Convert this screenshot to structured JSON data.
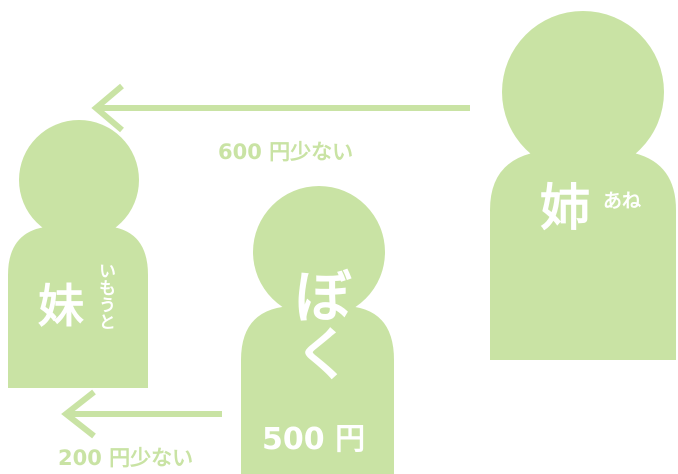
{
  "colors": {
    "figure": "#c9e3a4",
    "text_on_figure": "#ffffff",
    "label": "#c9e3a4"
  },
  "figures": {
    "sister_older": {
      "kanji": "姉",
      "reading": "あね"
    },
    "sister_younger": {
      "kanji": "妹",
      "reading": "いもうと"
    },
    "me": {
      "name": "ぼく",
      "amount": "500 円"
    }
  },
  "arrows": {
    "top": {
      "label": "600 円少ない",
      "direction": "left"
    },
    "bottom": {
      "label": "200 円少ない",
      "direction": "left"
    }
  }
}
